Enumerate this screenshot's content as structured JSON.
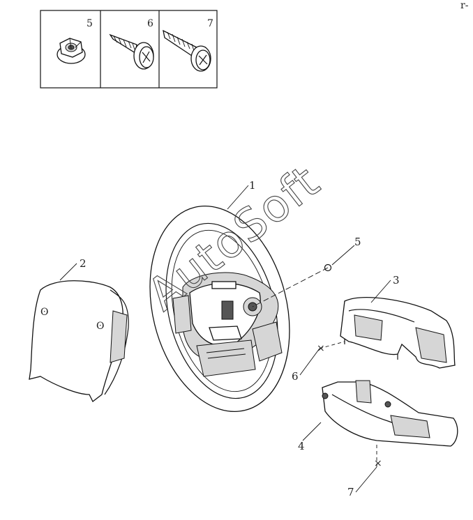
{
  "legend": {
    "items": [
      {
        "number": "5",
        "icon": "flange-nut-icon"
      },
      {
        "number": "6",
        "icon": "flanged-screw-icon"
      },
      {
        "number": "7",
        "icon": "tapping-screw-icon"
      }
    ]
  },
  "callouts": {
    "steering_wheel": "1",
    "airbag_module": "2",
    "upper_column_cover": "3",
    "lower_column_cover": "4",
    "wheel_nut": "5",
    "cover_screw_upper": "6",
    "cover_screw_lower": "7"
  },
  "watermark": "AutoSoft",
  "corner_mark": "r-"
}
